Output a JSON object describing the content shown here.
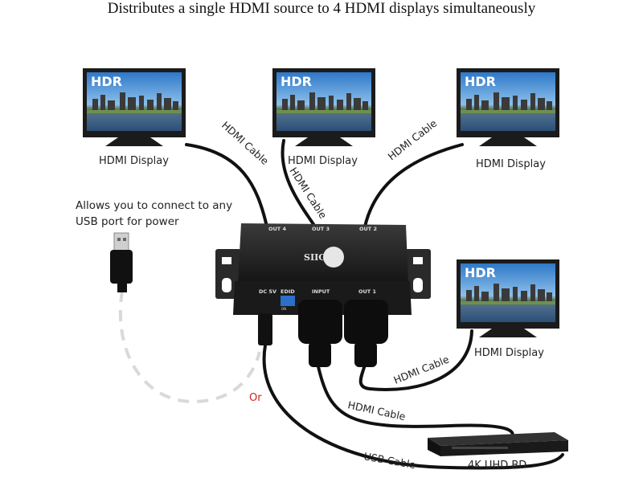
{
  "title": "Distributes a single HDMI source to 4 HDMI displays simultaneously",
  "displays": [
    {
      "badge": "HDR",
      "label": "HDMI Display"
    },
    {
      "badge": "HDR",
      "label": "HDMI Display"
    },
    {
      "badge": "HDR",
      "label": "HDMI Display"
    },
    {
      "badge": "HDR",
      "label": "HDMI Display"
    }
  ],
  "cables": {
    "out4": "HDMI Cable",
    "out3": "HDMI Cable",
    "out2": "HDMI Cable",
    "out1": "HDMI Cable",
    "input": "HDMI Cable",
    "usb": "USB Cable"
  },
  "usb_note": "Allows you to connect to any USB port for power",
  "or_label": "Or",
  "source_label": "4K UHD BD",
  "device": {
    "brand": "SIIG",
    "ports_top": [
      "OUT 4",
      "OUT 3",
      "OUT 2"
    ],
    "ports_front": [
      "DC 5V",
      "EDID",
      "INPUT",
      "OUT 1"
    ],
    "switch_label": "ON"
  },
  "colors": {
    "accent_or": "#cc2222",
    "cable": "#111111",
    "dashed": "#d9d9d9"
  }
}
